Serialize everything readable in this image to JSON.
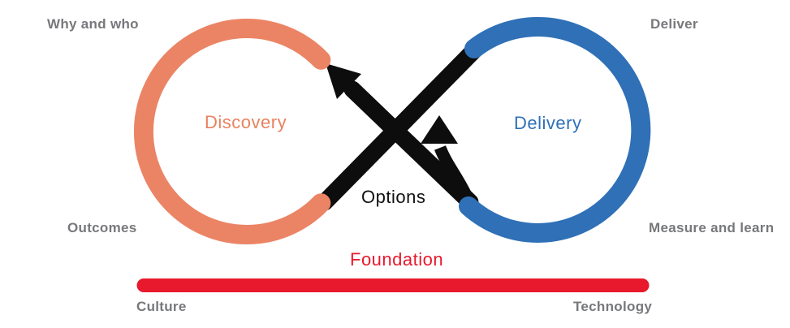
{
  "diagram": {
    "type": "infinity-loop-product-process",
    "loops": [
      {
        "label": "Discovery",
        "arc_color": "#EB8465",
        "label_color": "#E8825F",
        "top_outer_label": "Why and who",
        "bottom_outer_label": "Outcomes"
      },
      {
        "label": "Delivery",
        "arc_color": "#2F70B7",
        "label_color": "#2F70B7",
        "top_outer_label": "Deliver",
        "bottom_outer_label": "Measure and learn"
      }
    ],
    "center_label": "Options",
    "foundation": {
      "label": "Foundation",
      "bar_color": "#E8192C",
      "left_label": "Culture",
      "right_label": "Technology"
    },
    "arrow_color": "#0D0D0D",
    "outer_label_color": "#77787B"
  }
}
